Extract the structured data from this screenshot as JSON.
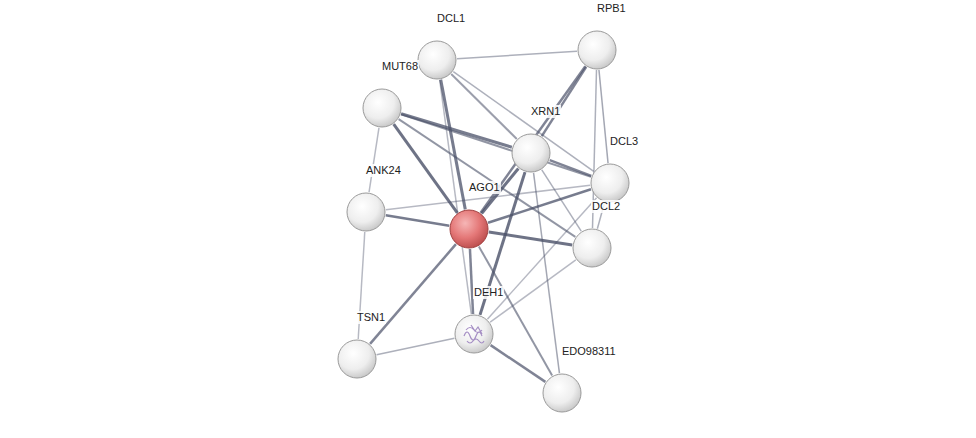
{
  "diagram": {
    "nodes": [
      {
        "text": [
          "DCL1"
        ]
      },
      {
        "text": [
          "RPB1"
        ]
      },
      {
        "text": [
          "MUT68"
        ]
      },
      {
        "text": [
          "XRN1"
        ]
      },
      {
        "text": [
          "DCL3"
        ]
      },
      {
        "text": [
          "ANK24"
        ]
      },
      {
        "text": [
          "AGO1"
        ]
      },
      {
        "text": [
          "DCL2"
        ]
      },
      {
        "text": [
          "DEH1"
        ]
      },
      {
        "text": [
          "TSN1"
        ]
      },
      {
        "text": [
          "EDO98311"
        ]
      }
    ],
    "edges": [
      {
        "from": 0,
        "to": 1,
        "arrow": "none"
      },
      {
        "from": 0,
        "to": 3,
        "arrow": "none"
      },
      {
        "from": 0,
        "to": 6,
        "arrow": "none"
      },
      {
        "from": 0,
        "to": 4,
        "arrow": "none"
      },
      {
        "from": 0,
        "to": 8,
        "arrow": "none"
      },
      {
        "from": 1,
        "to": 3,
        "arrow": "none"
      },
      {
        "from": 1,
        "to": 4,
        "arrow": "none"
      },
      {
        "from": 1,
        "to": 7,
        "arrow": "none"
      },
      {
        "from": 1,
        "to": 6,
        "arrow": "none"
      },
      {
        "from": 2,
        "to": 3,
        "arrow": "none"
      },
      {
        "from": 2,
        "to": 4,
        "arrow": "none"
      },
      {
        "from": 2,
        "to": 6,
        "arrow": "none"
      },
      {
        "from": 2,
        "to": 7,
        "arrow": "none"
      },
      {
        "from": 2,
        "to": 5,
        "arrow": "none"
      },
      {
        "from": 3,
        "to": 4,
        "arrow": "none"
      },
      {
        "from": 3,
        "to": 6,
        "arrow": "none"
      },
      {
        "from": 3,
        "to": 8,
        "arrow": "none"
      },
      {
        "from": 3,
        "to": 10,
        "arrow": "none"
      },
      {
        "from": 3,
        "to": 7,
        "arrow": "none"
      },
      {
        "from": 4,
        "to": 6,
        "arrow": "none"
      },
      {
        "from": 4,
        "to": 7,
        "arrow": "none"
      },
      {
        "from": 4,
        "to": 8,
        "arrow": "none"
      },
      {
        "from": 4,
        "to": 5,
        "arrow": "none"
      },
      {
        "from": 6,
        "to": 5,
        "arrow": "none"
      },
      {
        "from": 6,
        "to": 7,
        "arrow": "none"
      },
      {
        "from": 6,
        "to": 9,
        "arrow": "none"
      },
      {
        "from": 6,
        "to": 8,
        "arrow": "none"
      },
      {
        "from": 6,
        "to": 10,
        "arrow": "none"
      },
      {
        "from": 5,
        "to": 9,
        "arrow": "none"
      },
      {
        "from": 8,
        "to": 9,
        "arrow": "none"
      },
      {
        "from": 8,
        "to": 10,
        "arrow": "none"
      },
      {
        "from": 8,
        "to": 7,
        "arrow": "none"
      }
    ]
  }
}
